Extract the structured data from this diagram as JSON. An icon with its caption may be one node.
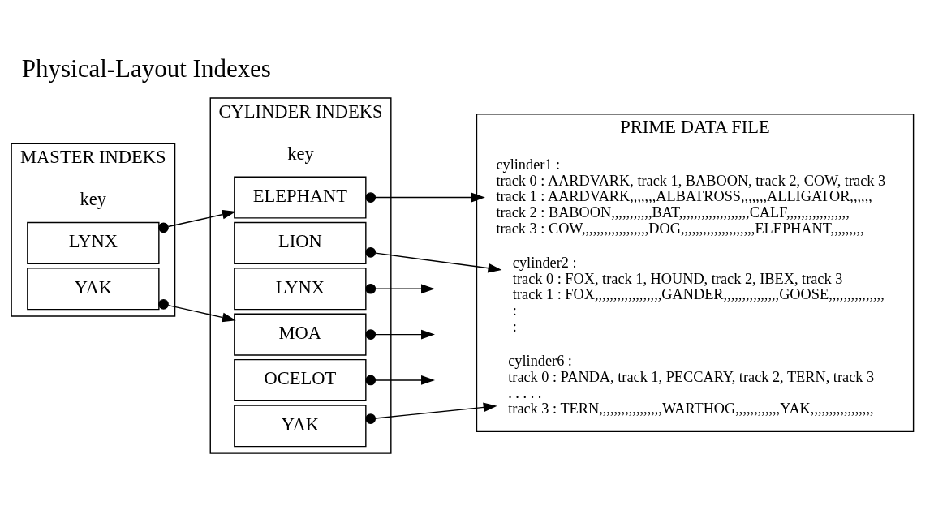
{
  "diagram": {
    "title": "Physical-Layout Indexes",
    "nodes": [
      {
        "text": [
          "MASTER INDEKS",
          "key"
        ]
      },
      {
        "text": [
          "LYNX"
        ],
        "in": 0
      },
      {
        "text": [
          "YAK"
        ],
        "in": 0
      },
      {
        "text": [
          "CYLINDER INDEKS",
          "key"
        ]
      },
      {
        "text": [
          "ELEPHANT"
        ],
        "in": 3
      },
      {
        "text": [
          "LION"
        ],
        "in": 3
      },
      {
        "text": [
          "LYNX"
        ],
        "in": 3
      },
      {
        "text": [
          "MOA"
        ],
        "in": 3
      },
      {
        "text": [
          "OCELOT"
        ],
        "in": 3
      },
      {
        "text": [
          "YAK"
        ],
        "in": 3
      },
      {
        "text": [
          "PRIME DATA FILE"
        ]
      },
      {
        "text": [
          "cylinder1 :",
          "track 0 : AARDVARK, track 1, BABOON, track 2, COW, track 3",
          "track 1 : AARDVARK,,,,,,,ALBATROSS,,,,,,,ALLIGATOR,,,,,,",
          "track 2 : BABOON,,,,,,,,,,,BAT,,,,,,,,,,,,,,,,,,,CALF,,,,,,,,,,,,,,,,,",
          "track 3 : COW,,,,,,,,,,,,,,,,,,DOG,,,,,,,,,,,,,,,,,,,,ELEPHANT,,,,,,,,,"
        ],
        "in": 10
      },
      {
        "text": [
          "cylinder2 :",
          "track 0 : FOX, track 1, HOUND, track 2, IBEX, track 3",
          "track 1 : FOX,,,,,,,,,,,,,,,,,,GANDER,,,,,,,,,,,,,,,GOOSE,,,,,,,,,,,,,,,",
          ":",
          ":"
        ],
        "in": 10
      },
      {
        "text": [
          "cylinder6 :",
          "track 0 : PANDA, track 1, PECCARY, track 2, TERN, track 3",
          ". . . . .",
          "track 3 : TERN,,,,,,,,,,,,,,,,,WARTHOG,,,,,,,,,,,,YAK,,,,,,,,,,,,,,,,,"
        ],
        "in": 10
      }
    ],
    "edges": [
      {
        "from": 1,
        "to": 4,
        "arrow": "to"
      },
      {
        "from": 2,
        "to": 7,
        "arrow": "to"
      },
      {
        "from": 4,
        "to": 11,
        "arrow": "to"
      },
      {
        "from": 5,
        "to": 12,
        "arrow": "to"
      },
      {
        "from": 6,
        "to": null,
        "arrow": "to"
      },
      {
        "from": 7,
        "to": null,
        "arrow": "to"
      },
      {
        "from": 8,
        "to": null,
        "arrow": "to"
      },
      {
        "from": 9,
        "to": 13,
        "arrow": "to"
      }
    ]
  }
}
